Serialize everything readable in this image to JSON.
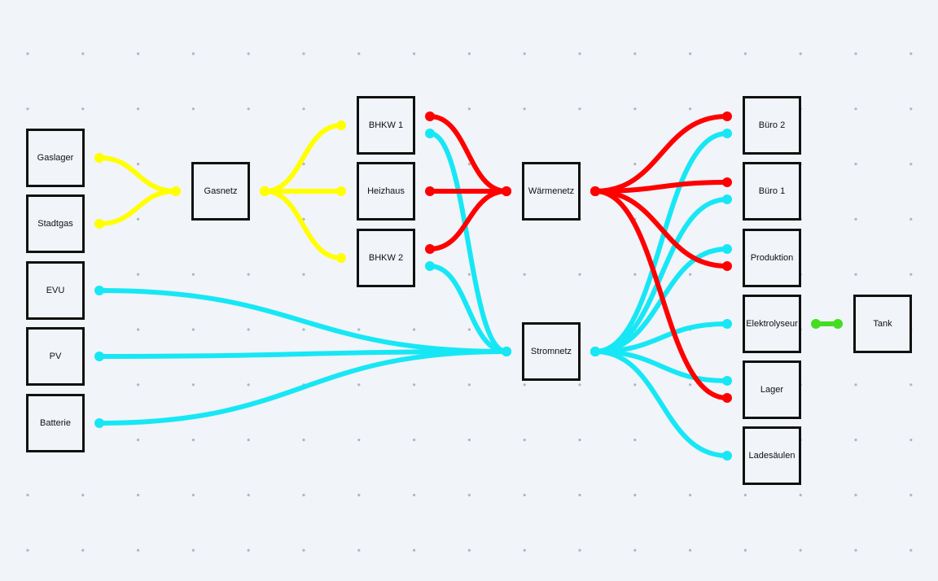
{
  "colors": {
    "background": "#f1f4f9",
    "grid_dot": "#b0b6bf",
    "node_border": "#111111",
    "gas": "#ffff00",
    "heat": "#ff0000",
    "power": "#17e7f5",
    "hydrogen": "#44dd22"
  },
  "nodes": [
    {
      "id": "gaslager",
      "label": "Gaslager"
    },
    {
      "id": "stadtgas",
      "label": "Stadtgas"
    },
    {
      "id": "evu",
      "label": "EVU"
    },
    {
      "id": "pv",
      "label": "PV"
    },
    {
      "id": "batterie",
      "label": "Batterie"
    },
    {
      "id": "gasnetz",
      "label": "Gasnetz"
    },
    {
      "id": "bhkw1",
      "label": "BHKW 1"
    },
    {
      "id": "heizhaus",
      "label": "Heizhaus"
    },
    {
      "id": "bhkw2",
      "label": "BHKW 2"
    },
    {
      "id": "waermenetz",
      "label": "Wärmenetz"
    },
    {
      "id": "stromnetz",
      "label": "Stromnetz"
    },
    {
      "id": "buero2",
      "label": "Büro 2"
    },
    {
      "id": "buero1",
      "label": "Büro 1"
    },
    {
      "id": "produktion",
      "label": "Produktion"
    },
    {
      "id": "elektrolyseur",
      "label": "Elektrolyseur"
    },
    {
      "id": "lager",
      "label": "Lager"
    },
    {
      "id": "ladesaeulen",
      "label": "Ladesäulen"
    },
    {
      "id": "tank",
      "label": "Tank"
    }
  ],
  "connections": [
    {
      "from": "gaslager",
      "to": "gasnetz",
      "carrier": "gas"
    },
    {
      "from": "stadtgas",
      "to": "gasnetz",
      "carrier": "gas"
    },
    {
      "from": "gasnetz",
      "to": "bhkw1",
      "carrier": "gas"
    },
    {
      "from": "gasnetz",
      "to": "heizhaus",
      "carrier": "gas"
    },
    {
      "from": "gasnetz",
      "to": "bhkw2",
      "carrier": "gas"
    },
    {
      "from": "bhkw1",
      "to": "waermenetz",
      "carrier": "heat"
    },
    {
      "from": "heizhaus",
      "to": "waermenetz",
      "carrier": "heat"
    },
    {
      "from": "bhkw2",
      "to": "waermenetz",
      "carrier": "heat"
    },
    {
      "from": "bhkw1",
      "to": "stromnetz",
      "carrier": "power"
    },
    {
      "from": "bhkw2",
      "to": "stromnetz",
      "carrier": "power"
    },
    {
      "from": "evu",
      "to": "stromnetz",
      "carrier": "power"
    },
    {
      "from": "pv",
      "to": "stromnetz",
      "carrier": "power"
    },
    {
      "from": "batterie",
      "to": "stromnetz",
      "carrier": "power"
    },
    {
      "from": "waermenetz",
      "to": "buero2",
      "carrier": "heat"
    },
    {
      "from": "waermenetz",
      "to": "buero1",
      "carrier": "heat"
    },
    {
      "from": "waermenetz",
      "to": "produktion",
      "carrier": "heat"
    },
    {
      "from": "waermenetz",
      "to": "lager",
      "carrier": "heat"
    },
    {
      "from": "stromnetz",
      "to": "buero2",
      "carrier": "power"
    },
    {
      "from": "stromnetz",
      "to": "buero1",
      "carrier": "power"
    },
    {
      "from": "stromnetz",
      "to": "produktion",
      "carrier": "power"
    },
    {
      "from": "stromnetz",
      "to": "elektrolyseur",
      "carrier": "power"
    },
    {
      "from": "stromnetz",
      "to": "lager",
      "carrier": "power"
    },
    {
      "from": "stromnetz",
      "to": "ladesaeulen",
      "carrier": "power"
    },
    {
      "from": "elektrolyseur",
      "to": "tank",
      "carrier": "hydrogen"
    }
  ]
}
